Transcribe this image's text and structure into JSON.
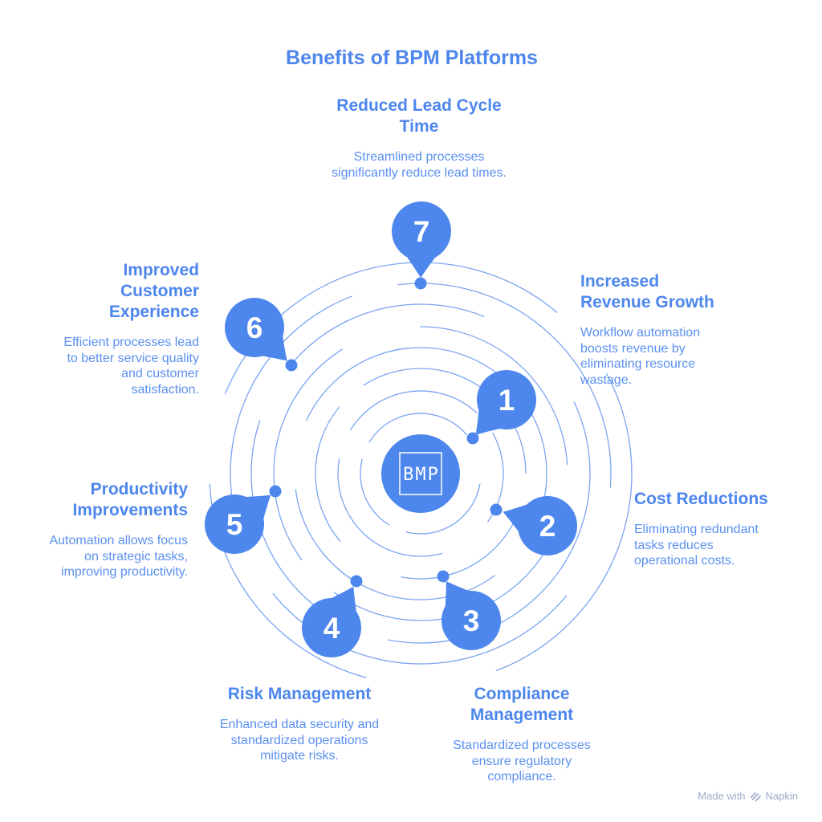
{
  "title": "Benefits of BPM Platforms",
  "center_label": "BMP",
  "colors": {
    "primary": "#4d86ec",
    "heading_text": "#4d86ec",
    "body_text": "#5b90f0",
    "ring": "#7aa4f2",
    "watermark": "#9dabc7"
  },
  "items": [
    {
      "number": "1",
      "title": "Increased\nRevenue Growth",
      "description": "Workflow automation\nboosts revenue by\neliminating resource\nwastage."
    },
    {
      "number": "2",
      "title": "Cost Reductions",
      "description": "Eliminating redundant\ntasks reduces\noperational costs."
    },
    {
      "number": "3",
      "title": "Compliance\nManagement",
      "description": "Standardized processes\nensure regulatory\ncompliance."
    },
    {
      "number": "4",
      "title": "Risk Management",
      "description": "Enhanced data security and\nstandardized operations\nmitigate risks."
    },
    {
      "number": "5",
      "title": "Productivity\nImprovements",
      "description": "Automation allows focus\non strategic tasks,\nimproving productivity."
    },
    {
      "number": "6",
      "title": "Improved\nCustomer\nExperience",
      "description": "Efficient processes lead\nto better service quality\nand customer\nsatisfaction."
    },
    {
      "number": "7",
      "title": "Reduced Lead Cycle\nTime",
      "description": "Streamlined processes\nsignificantly reduce lead times."
    }
  ],
  "watermark": {
    "prefix": "Made with",
    "brand": "Napkin"
  }
}
